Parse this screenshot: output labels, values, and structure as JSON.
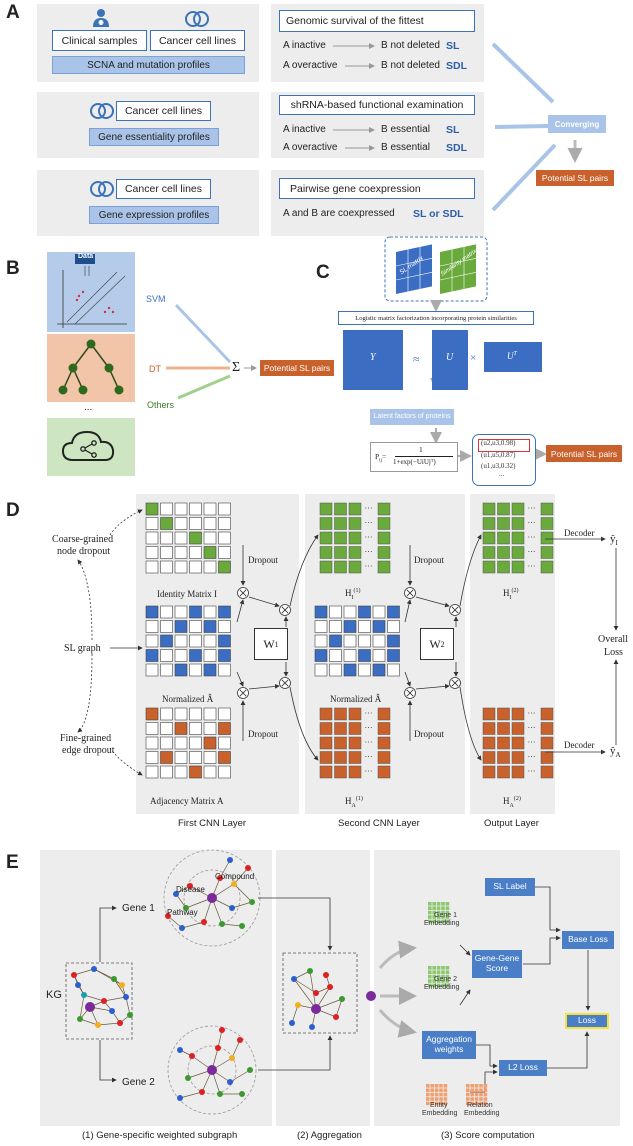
{
  "panel_a": {
    "label": "A",
    "row1": {
      "clinical": "Clinical samples",
      "cell_lines": "Cancer cell lines",
      "profile": "SCNA and mutation profiles",
      "method": "Genomic survival  of the fittest",
      "rel1_left": "A inactive",
      "rel1_right": "B not deleted",
      "rel1_tag": "SL",
      "rel2_left": "A overactive",
      "rel2_right": "B not deleted",
      "rel2_tag": "SDL"
    },
    "row2": {
      "cell_lines": "Cancer cell lines",
      "profile": "Gene essentiality profiles",
      "method": "shRNA-based functional examination",
      "rel1_left": "A inactive",
      "rel1_right": "B essential",
      "rel1_tag": "SL",
      "rel2_left": "A overactive",
      "rel2_right": "B essential",
      "rel2_tag": "SDL"
    },
    "row3": {
      "cell_lines": "Cancer cell lines",
      "profile": "Gene expression profiles",
      "method": "Pairwise gene coexpression",
      "rel1": "A and B are coexpressed",
      "rel1_tag": "SL or SDL"
    },
    "converging": "Converging",
    "potential": "Potential SL pairs"
  },
  "panel_b": {
    "label": "B",
    "data_tag": "Data",
    "ellipsis": "...",
    "svm": "SVM",
    "dt": "DT",
    "others": "Others",
    "sigma": "Σ",
    "potential": "Potential SL pairs"
  },
  "panel_c": {
    "label": "C",
    "sl_matrix": "SL matrix",
    "sim_matrix": "Similarity matrix",
    "lmf": "Logistic matrix factorization incorporating protein similarities",
    "y": "Y",
    "approx": "≈",
    "u": "U",
    "times": "×",
    "ut": "U",
    "ut_sup": "T",
    "latent": "Latent factors of proteins",
    "p_left": "P",
    "p_sub": "ij",
    "p_eq": "=",
    "p_num": "1",
    "p_den": "1+exp(−UiUjᵀ)",
    "pairs": [
      "(u2,u3,0.98)",
      "(u1,u5,0.87)",
      "(u1,u3,0.32)",
      "..."
    ],
    "potential": "Potential SL pairs"
  },
  "panel_d": {
    "label": "D",
    "coarse": "Coarse-grained\nnode dropout",
    "coarse1": "Coarse-grained",
    "coarse2": "node dropout",
    "sl_graph": "SL graph",
    "fine1": "Fine-grained",
    "fine2": "edge dropout",
    "identity": "Identity Matrix I",
    "normalized": "Normalized Â",
    "normalized2": "Normalized Â",
    "adjacency": "Adjacency Matrix A",
    "dropout": "Dropout",
    "w1": "W",
    "w1_sub": "1",
    "w2": "W",
    "w2_sub": "2",
    "h1_1": "H",
    "h1_1_sub": "I",
    "h1_1_sup": "(1)",
    "ha_1": "H",
    "ha_1_sub": "A",
    "ha_1_sup": "(1)",
    "h1_2": "H",
    "h1_2_sub": "I",
    "h1_2_sup": "(2)",
    "ha_2": "H",
    "ha_2_sub": "A",
    "ha_2_sup": "(2)",
    "decoder": "Decoder",
    "yi": "ŷ",
    "yi_sub": "I",
    "ya": "ŷ",
    "ya_sub": "A",
    "overall": "Overall",
    "loss": "Loss",
    "layer1": "First CNN Layer",
    "layer2": "Second CNN Layer",
    "layer3": "Output Layer",
    "ellipsis": "···",
    "colors": {
      "green": "#6aaa3c",
      "blue": "#3b6ec2",
      "orange": "#c8612c"
    }
  },
  "panel_e": {
    "label": "E",
    "kg": "KG",
    "gene1": "Gene 1",
    "gene2": "Gene 2",
    "compound": "Compound",
    "disease": "Disease",
    "pathway": "Pathway",
    "gene1_emb": "Gene 1\nEmbedding",
    "gene1_emb_a": "Gene 1",
    "gene1_emb_b": "Embedding",
    "gene2_emb_a": "Gene 2",
    "gene2_emb_b": "Embedding",
    "sl_label": "SL Label",
    "gene_gene_a": "Gene-Gene",
    "gene_gene_b": "Score",
    "base_loss": "Base Loss",
    "loss": "Loss",
    "agg_weights_a": "Aggregation",
    "agg_weights_b": "weights",
    "l2_loss": "L2 Loss",
    "entity_a": "Entity",
    "entity_b": "Embedding",
    "relation_a": "Relation",
    "relation_b": "Embedding",
    "cap1": "(1) Gene-specific weighted subgraph",
    "cap2": "(2) Aggregation",
    "cap3": "(3) Score computation"
  }
}
